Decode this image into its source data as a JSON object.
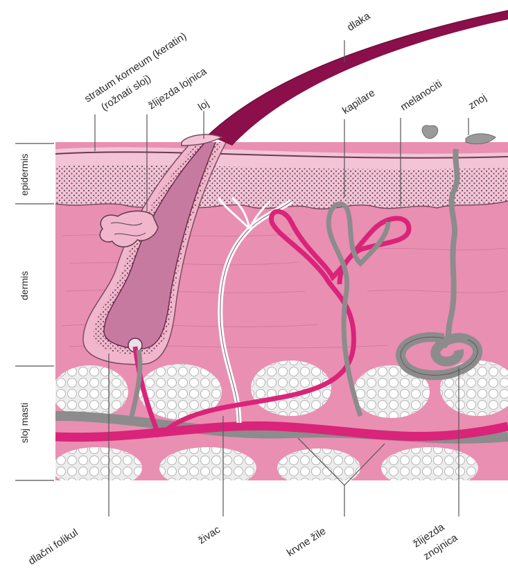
{
  "labels": {
    "stratum": "stratum korneum (keratin)",
    "stratum_sub": "(rožnati sloj)",
    "lojnica": "žlijezda lojnica",
    "loj": "loj",
    "dlaka": "dlaka",
    "kapilare": "kapilare",
    "melanociti": "melanociti",
    "znoj": "znoj",
    "folikul": "dlačni folikul",
    "zivac": "živac",
    "krvne_zile": "krvne žile",
    "znojnica_1": "žlijezda",
    "znojnica_2": "znojnica"
  },
  "layers": {
    "epidermis": "epidermis",
    "dermis": "dermis",
    "masti": "sloj masti"
  },
  "colors": {
    "dermis": "#e98fb2",
    "epidermis": "#f2c4d6",
    "hair": "#8a0f4a",
    "vessel_red": "#d9247a",
    "vessel_grey": "#8c8c8c",
    "fat": "#e8e8e8"
  }
}
